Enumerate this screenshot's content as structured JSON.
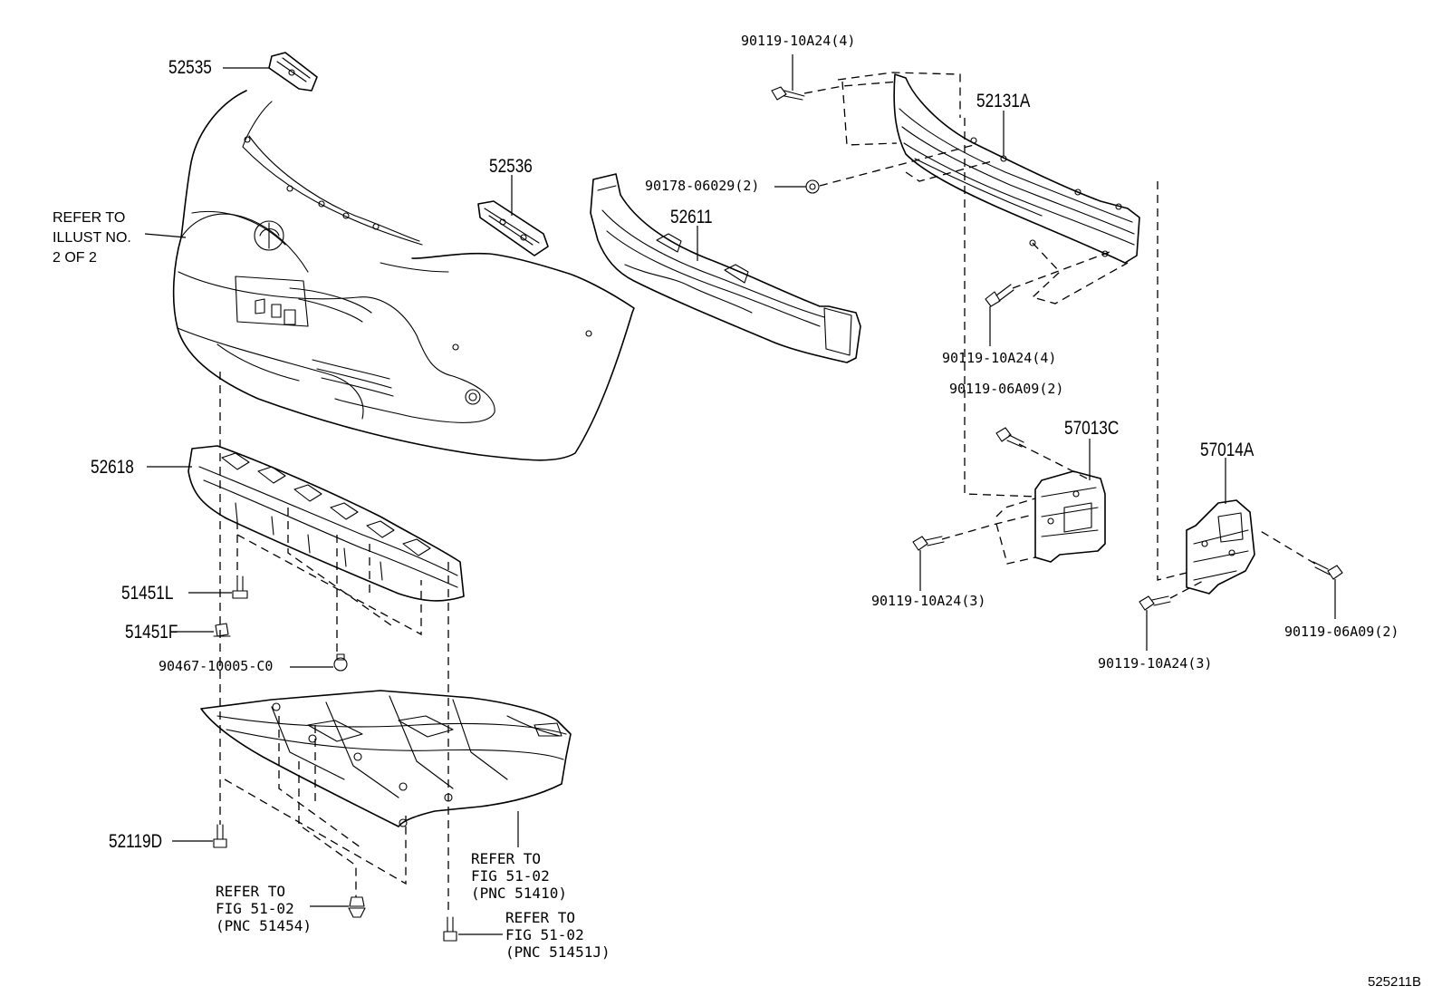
{
  "diagram_code": "525211B",
  "labels": {
    "p52535": "52535",
    "p52536": "52536",
    "p52611": "52611",
    "p52131A": "52131A",
    "p52618": "52618",
    "p51451L": "51451L",
    "p51451F": "51451F",
    "p90467": "90467-10005-C0",
    "p52119D": "52119D",
    "p57013C": "57013C",
    "p57014A": "57014A",
    "b_top": "90119-10A24(4)",
    "b_clip": "90178-06029(2)",
    "b_mid4": "90119-10A24(4)",
    "b_06a09_a": "90119-06A09(2)",
    "b_left3": "90119-10A24(3)",
    "b_right3": "90119-10A24(3)",
    "b_06a09_b": "90119-06A09(2)"
  },
  "refs": {
    "illust": "REFER TO\nILLUST NO.\n2 OF 2",
    "pnc51410": "REFER TO\nFIG 51-02\n(PNC 51410)",
    "pnc51454": "REFER TO\nFIG 51-02\n(PNC 51454)",
    "pnc51451J": "REFER TO\nFIG 51-02\n(PNC 51451J)"
  }
}
